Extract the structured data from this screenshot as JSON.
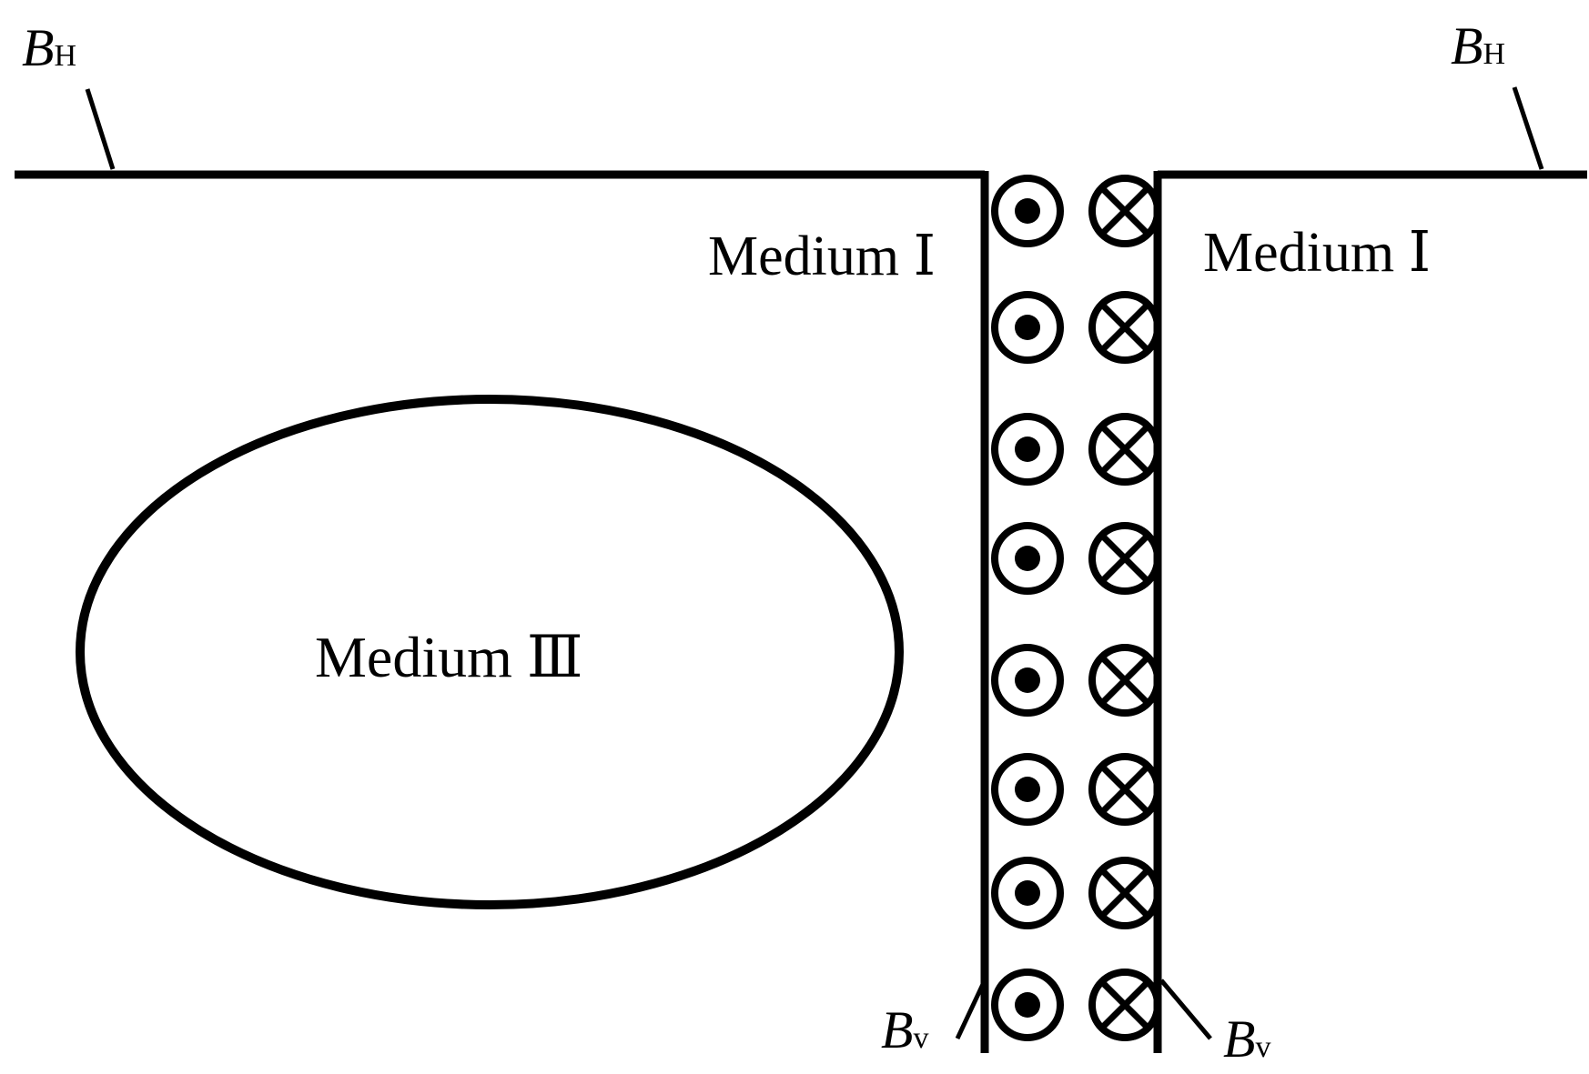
{
  "labels": {
    "bh_left_main": "B",
    "bh_left_sub": "H",
    "bh_right_main": "B",
    "bh_right_sub": "H",
    "bv_left_main": "B",
    "bv_left_sub": "v",
    "bv_right_main": "B",
    "bv_right_sub": "v",
    "medium_left": "Medium Ⅰ",
    "medium_right": "Medium Ⅰ",
    "medium_ellipse": "Medium Ⅲ"
  },
  "dot_symbol_rows": 8,
  "cross_symbol_rows": 8,
  "colors": {
    "stroke": "#000000",
    "background": "#ffffff"
  }
}
